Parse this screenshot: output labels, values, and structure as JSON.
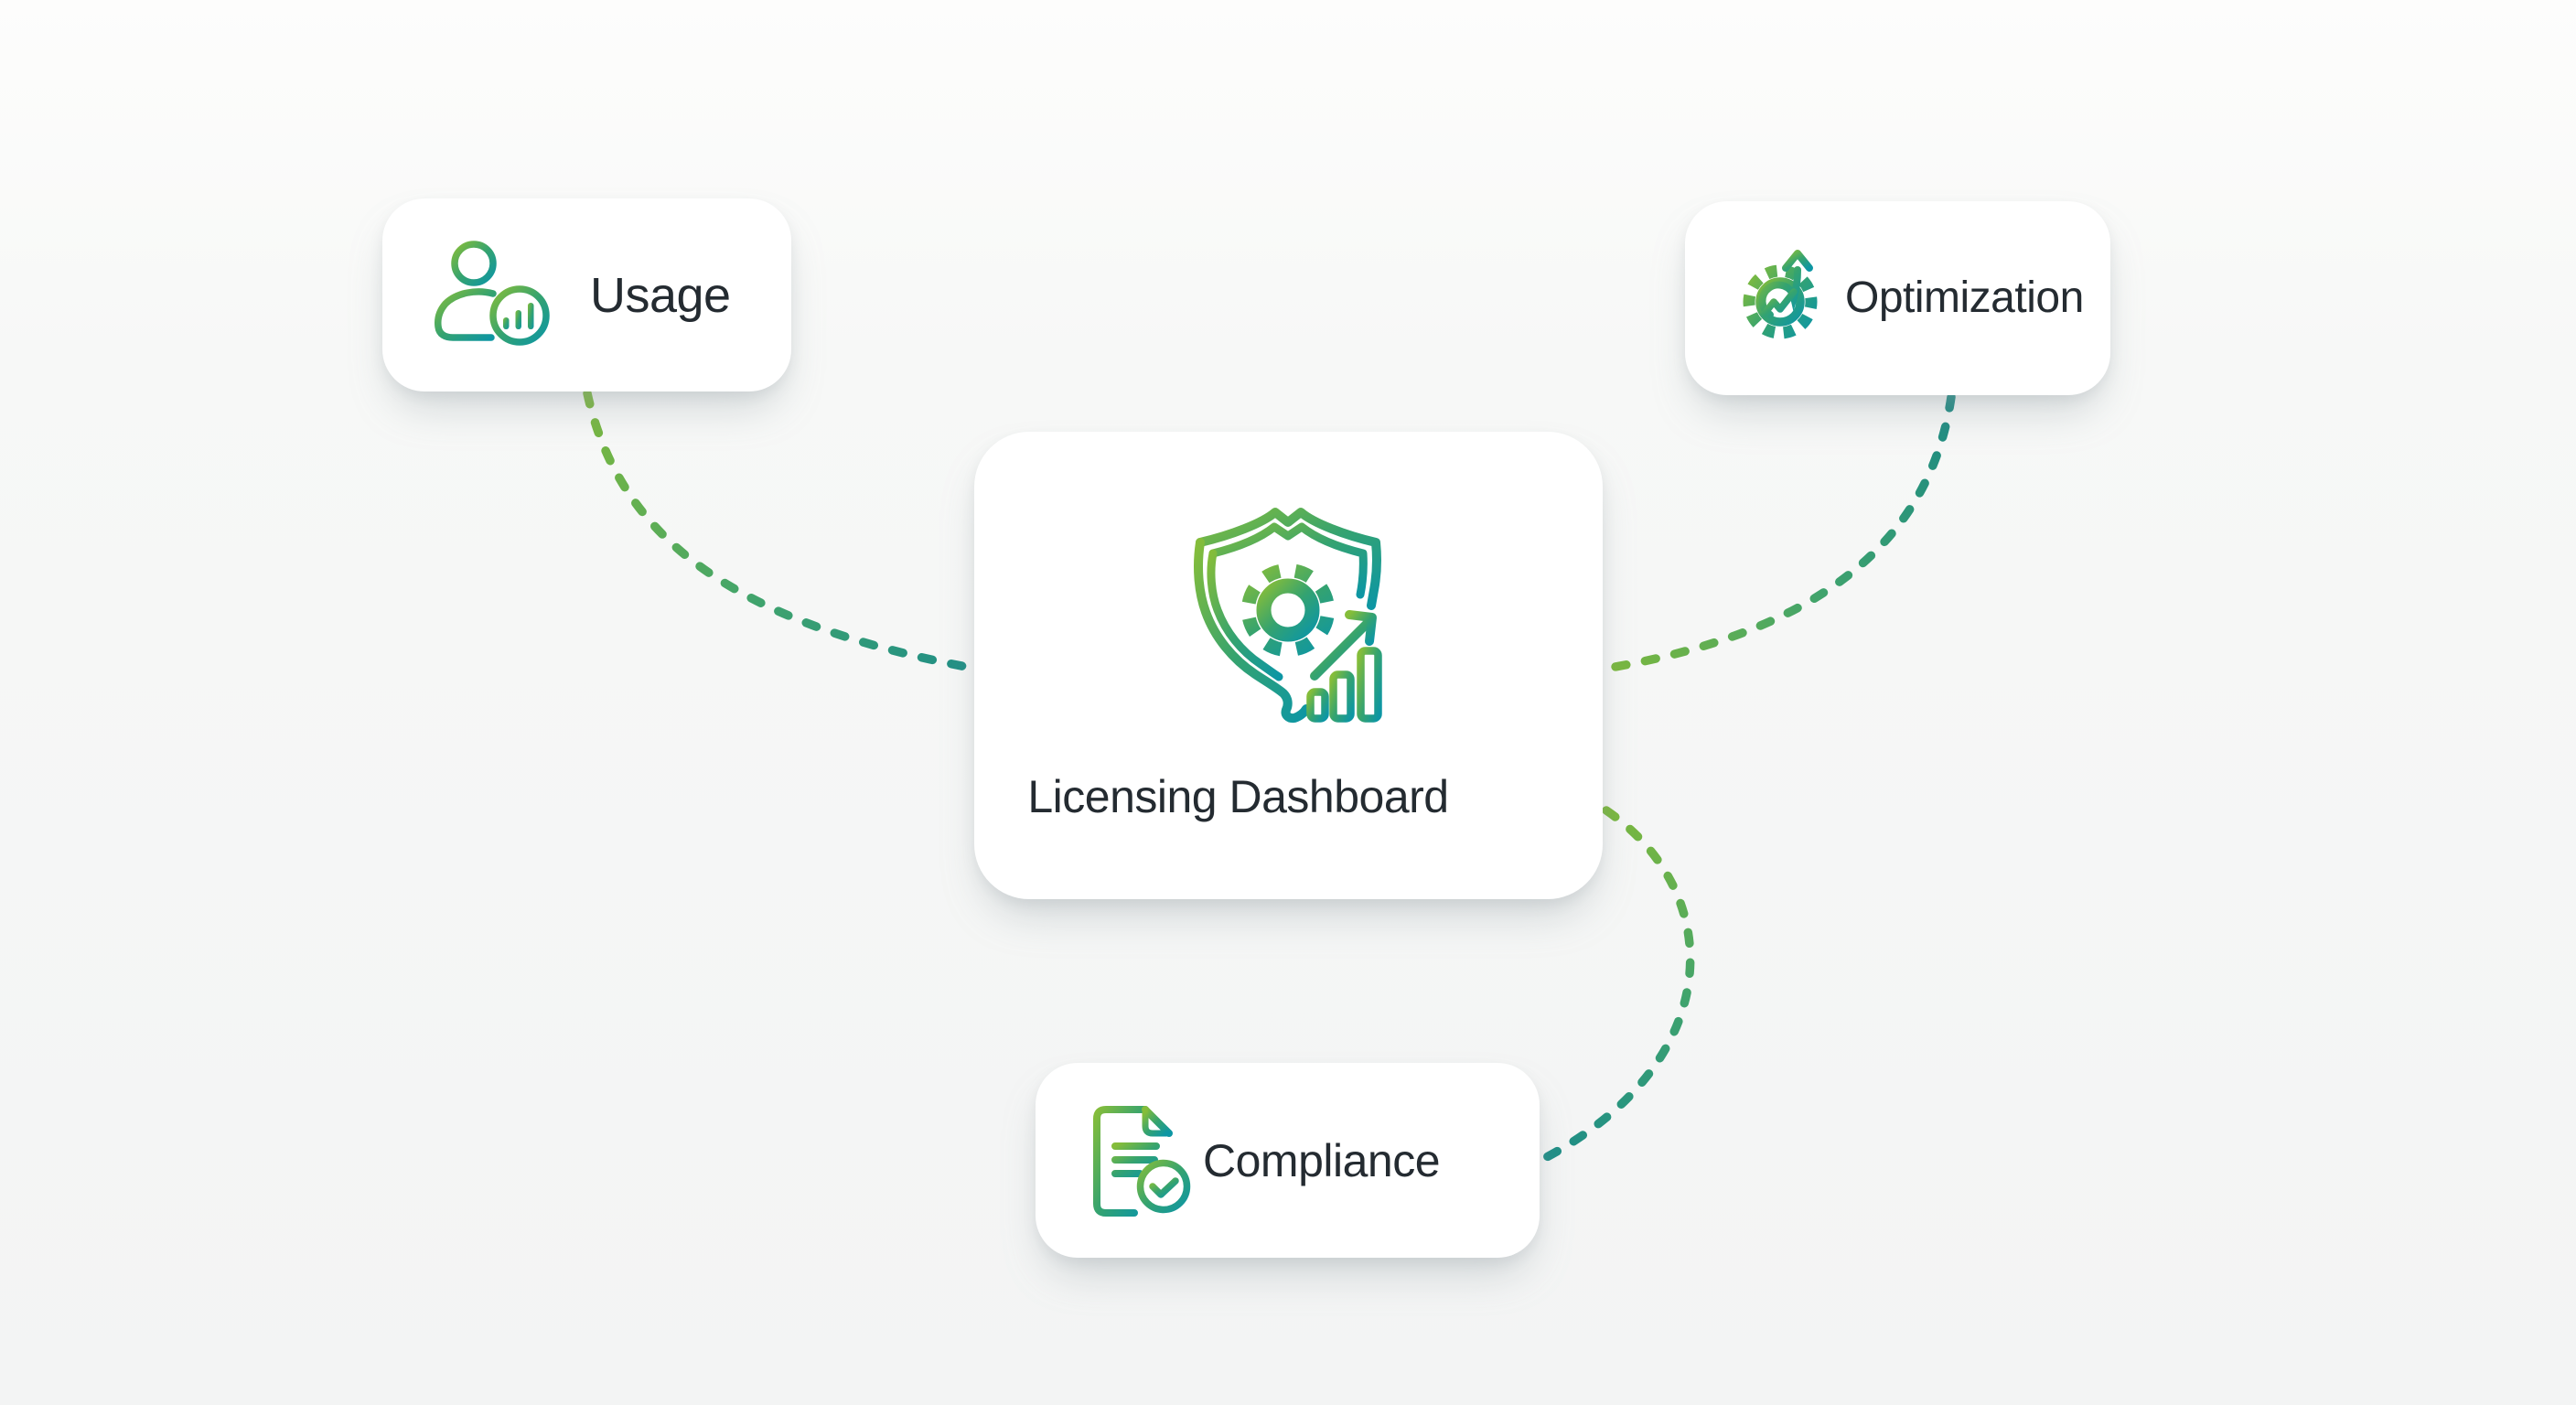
{
  "page": {
    "background": "#f5f6f6",
    "card_bg": "#ffffff",
    "text_color": "#242b31"
  },
  "diagram": {
    "center_node": {
      "label": "Licensing Dashboard",
      "icon": "shield-gear-growth-icon"
    },
    "satellite_nodes": [
      {
        "id": "usage",
        "label": "Usage",
        "icon": "user-analytics-icon"
      },
      {
        "id": "optimization",
        "label": "Optimization",
        "icon": "gear-up-arrow-icon"
      },
      {
        "id": "compliance",
        "label": "Compliance",
        "icon": "document-check-icon"
      }
    ],
    "connectors": [
      {
        "from": "usage",
        "to": "center",
        "style": "dashed",
        "color_start": "#7cb83d",
        "color_end": "#1f8e87"
      },
      {
        "from": "optimization",
        "to": "center",
        "style": "dashed",
        "color_start": "#1c8a83",
        "color_end": "#7cb83d"
      },
      {
        "from": "center",
        "to": "compliance",
        "style": "dashed",
        "color_start": "#7cb83d",
        "color_end": "#1f8e87"
      }
    ],
    "icon_gradient": {
      "start": "#85bd3a",
      "mid": "#35a36f",
      "end": "#0d96a4"
    }
  }
}
